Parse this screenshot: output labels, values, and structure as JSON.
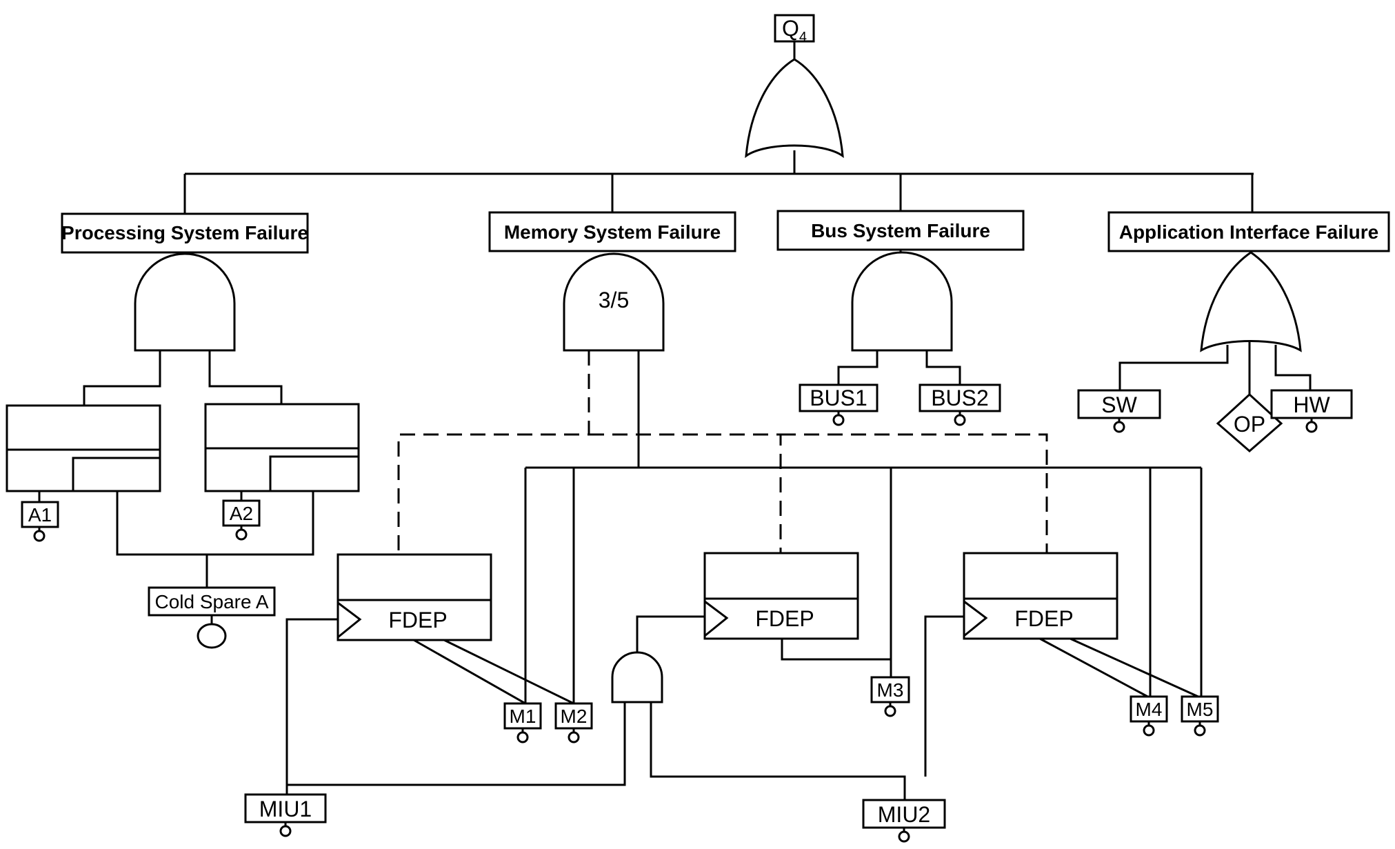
{
  "top_event": {
    "label": "Q",
    "subscript": "4"
  },
  "subsystems": {
    "processing": "Processing System Failure",
    "memory": "Memory System Failure",
    "bus": "Bus System Failure",
    "app_interface": "Application Interface Failure"
  },
  "vote_gate_label": "3/5",
  "events": {
    "a1": "A1",
    "a2": "A2",
    "cold_spare": "Cold Spare A",
    "bus1": "BUS1",
    "bus2": "BUS2",
    "sw": "SW",
    "op": "OP",
    "hw": "HW",
    "m1": "M1",
    "m2": "M2",
    "m3": "M3",
    "m4": "M4",
    "m5": "M5",
    "miu1": "MIU1",
    "miu2": "MIU2"
  },
  "fdep_label": "FDEP"
}
